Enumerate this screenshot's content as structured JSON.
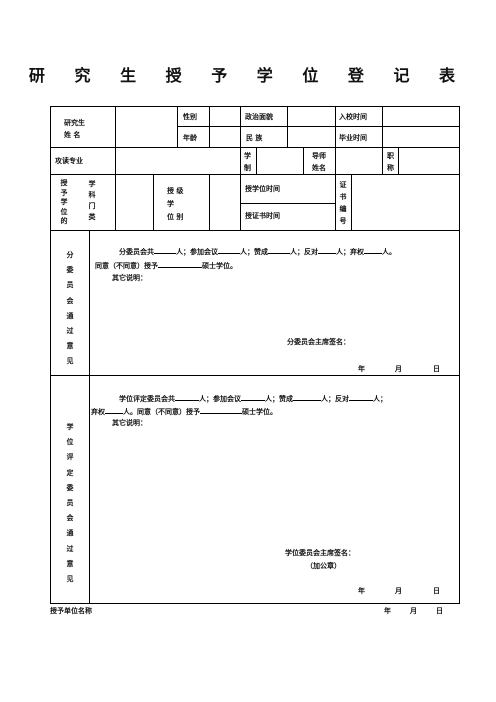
{
  "title": "研 究 生 授 予 学 位 登 记 表",
  "row1": {
    "name_a": "研究生",
    "name_b": "姓  名",
    "gender": "性别",
    "political": "政治面貌",
    "enroll_time": "入校时间",
    "age": "年龄",
    "ethnicity": "民    族",
    "grad_time": "毕业时间"
  },
  "row2": {
    "major": "攻读专业",
    "degree_system_a": "学",
    "degree_system_b": "制",
    "advisor_a": "导师",
    "advisor_b": "姓名",
    "title_a": "职",
    "title_b": "称"
  },
  "row3": {
    "grant_col1": "授予学位的",
    "grant_col2": "学科门类",
    "grant_level": "授  级",
    "grant_level_b": "学",
    "grant_level_c": "位  别",
    "grant_time": "授学位时间",
    "cert_time": "授证书时间",
    "cert_no": "证书编号"
  },
  "sub_committee": {
    "side_label": "分委员会通过意见",
    "line1_a": "分委员会共",
    "line1_b": "人；参加会议",
    "line1_c": "人；赞成",
    "line1_d": "人；反对",
    "line1_e": "人；弃权",
    "line1_f": "人。",
    "line2_a": "同意（不同意）授予",
    "line2_b": "硕士学位。",
    "other": "其它说明：",
    "signature": "分委员会主席签名：",
    "year": "年",
    "month": "月",
    "day": "日"
  },
  "degree_committee": {
    "side_label": "学位评定委员会通过意见",
    "line1_a": "学位评定委员会共",
    "line1_b": "人；参加会议",
    "line1_c": "人；赞成",
    "line1_d": "人；反对",
    "line1_e": "人；",
    "line2_a": "弃权",
    "line2_b": "人。同意（不同意）授予",
    "line2_c": "硕士学位。",
    "other": "其它说明：",
    "signature": "学位委员会主席签名：",
    "seal": "（加公章）",
    "year": "年",
    "month": "月",
    "day": "日"
  },
  "footer": {
    "unit": "授予单位名称",
    "year": "年",
    "month": "月",
    "day": "日"
  }
}
